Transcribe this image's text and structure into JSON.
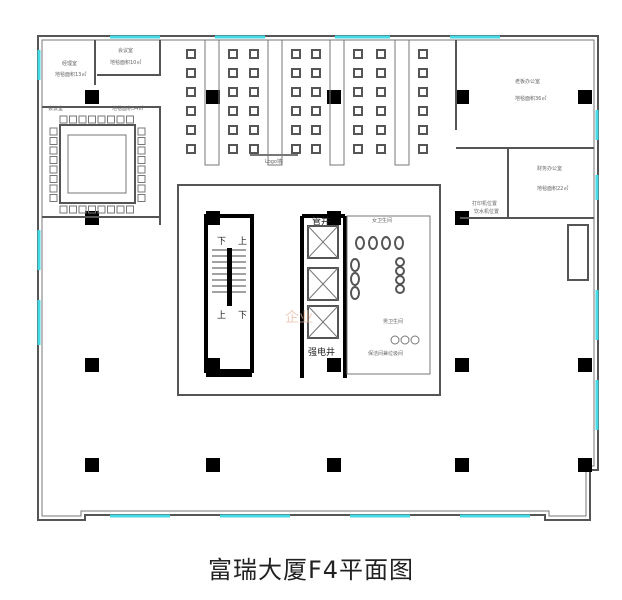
{
  "title": "富瑞大厦F4平面图",
  "colors": {
    "glass": "#46d9e6",
    "wall": "#555555",
    "column": "#000000"
  },
  "rooms": {
    "manager": {
      "name": "经理室",
      "area": "地毯面积13㎡"
    },
    "small_office": {
      "name": "会议室",
      "area": "地毯面积10㎡"
    },
    "meeting": {
      "name": "会议室",
      "area": "地毯面积54㎡"
    },
    "boss": {
      "name": "老板办公室",
      "area": "地毯面积36㎡"
    },
    "finance": {
      "name": "财务办公室",
      "area": "地毯面积22㎡"
    },
    "printer": {
      "line1": "打印机位置",
      "line2": "饮水机位置"
    },
    "logo_wall": "Logo墙",
    "female_wc": "女卫生间",
    "male_wc": "男卫生间",
    "cleaning": "保洁间兼垃圾间",
    "pipe_shaft": "管井",
    "power_shaft": "强电井",
    "stair_down": "下",
    "stair_up": "上"
  },
  "watermark": "企业"
}
